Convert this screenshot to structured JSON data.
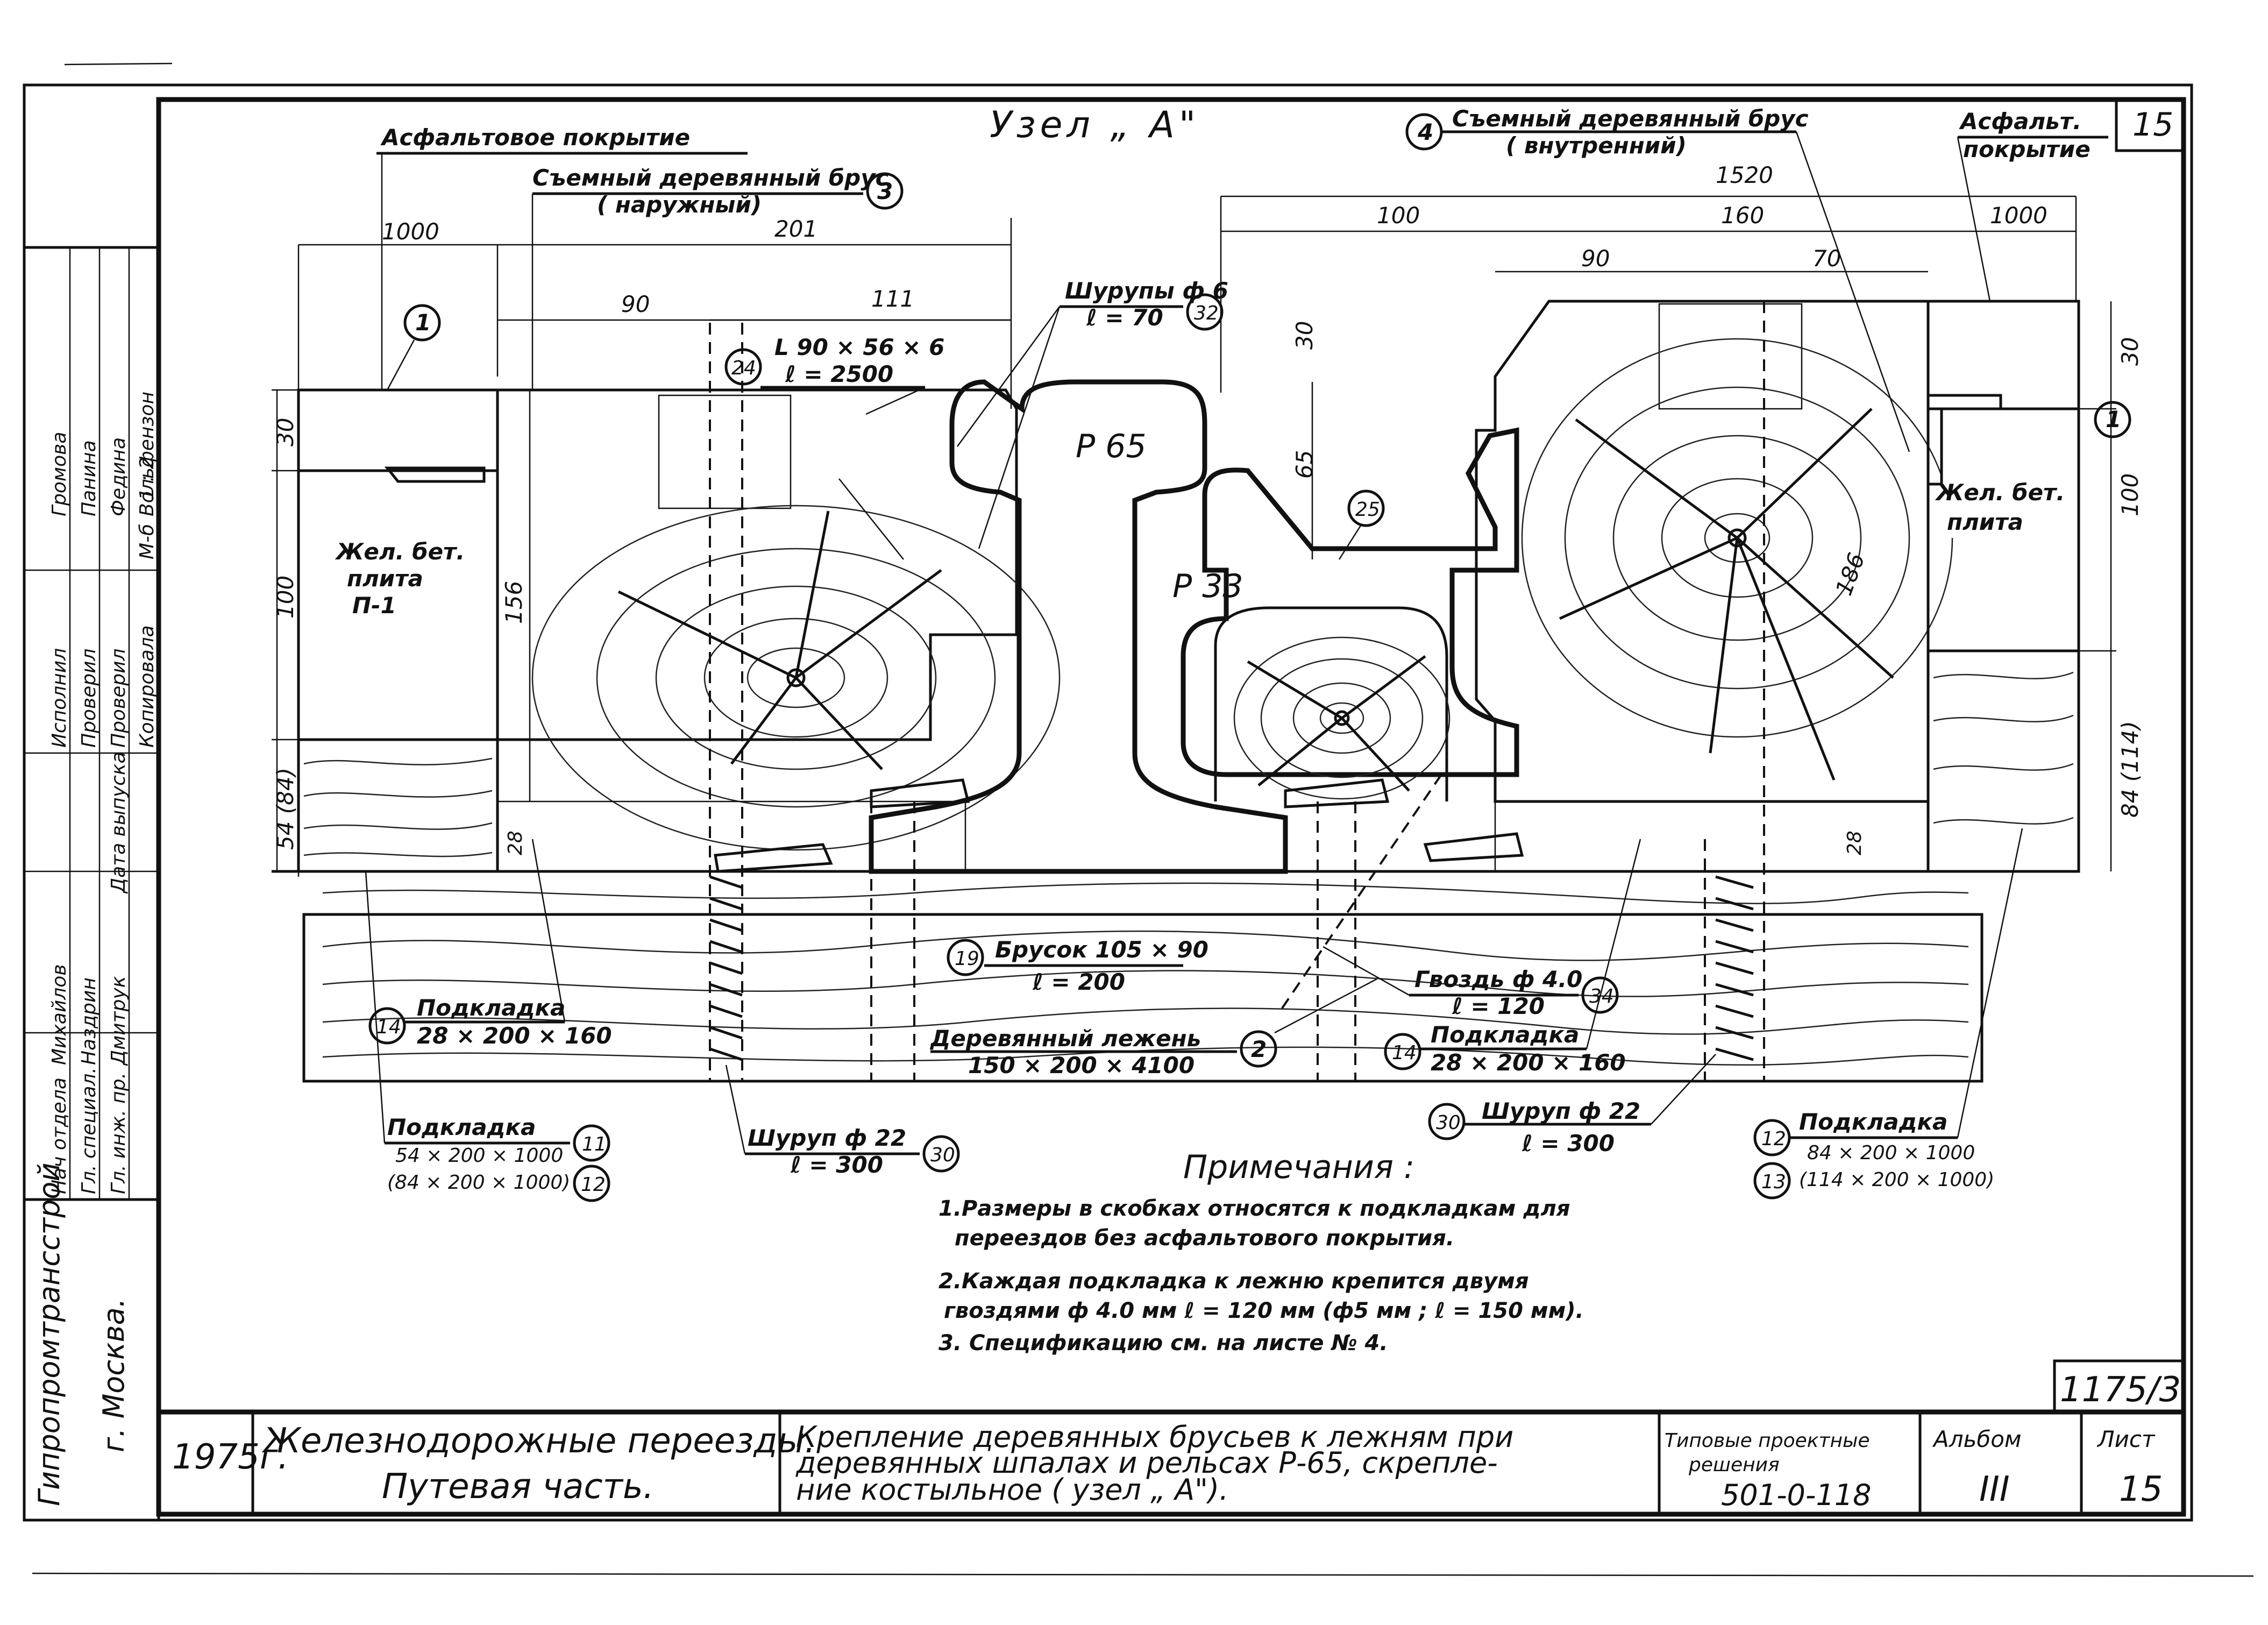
{
  "sheet": {
    "number": "15",
    "node_title": "Узел „ А\"",
    "drawing_code": "1175/3"
  },
  "labels": {
    "asphalt_left": "Асфальтовое покрытие",
    "bar_outer": "Съемный деревянный брус",
    "bar_outer_sub": "( наружный)",
    "bar_outer_ref": "3",
    "bar_inner": "Съемный деревянный брус",
    "bar_inner_sub": "( внутренний)",
    "bar_inner_ref": "4",
    "asphalt_right_1": "Асфальт.",
    "asphalt_right_2": "покрытие",
    "rail_p65": "Р 65",
    "rail_p33": "Р 33",
    "slab_left_1": "Жел. бет.",
    "slab_left_2": "плита",
    "slab_left_3": "П-1",
    "slab_right_1": "Жел. бет.",
    "slab_right_2": "плита",
    "angle_1": "L 90 × 56 × 6",
    "angle_2": "ℓ = 2500",
    "angle_ref": "24",
    "screw6_1": "Шурупы ф 6",
    "screw6_2": "ℓ = 70",
    "screw6_ref": "32",
    "ref_1_left": "1",
    "ref_1_right": "1",
    "ref_25": "25",
    "block_1": "Брусок 105 × 90",
    "block_2": "ℓ = 200",
    "block_ref": "19",
    "sleeper_1": "Деревянный лежень",
    "sleeper_2": "150 × 200 × 4100",
    "sleeper_ref": "2",
    "nail_1": "Гвоздь ф 4.0",
    "nail_2": "ℓ = 120",
    "nail_ref": "34",
    "pad_left_1": "Подкладка",
    "pad_left_2": "28 × 200 × 160",
    "pad_left_ref": "14",
    "pad_right_1": "Подкладка",
    "pad_right_2": "28 × 200 × 160",
    "pad_right_ref": "14",
    "pad11_1": "Подкладка",
    "pad11_2": "54 × 200 × 1000",
    "pad11_3": "(84 × 200 × 1000)",
    "pad11_ref": "11",
    "pad11_ref2": "12",
    "screw22_left_1": "Шуруп ф 22",
    "screw22_left_2": "ℓ = 300",
    "screw22_left_ref": "30",
    "screw22_right_1": "Шуруп ф 22",
    "screw22_right_2": "ℓ = 300",
    "screw22_right_ref": "30",
    "pad12_1": "Подкладка",
    "pad12_2": "84 × 200 × 1000",
    "pad12_3": "(114 × 200 × 1000)",
    "pad12_ref": "12",
    "pad12_ref2": "13"
  },
  "dimensions": {
    "d1000_left": "1000",
    "d201": "201",
    "d90_left": "90",
    "d111": "111",
    "d1520": "1520",
    "d100_top": "100",
    "d160": "160",
    "d1000_right": "1000",
    "d90_right": "90",
    "d70": "70",
    "d30_left": "30",
    "d100_left": "100",
    "d156": "156",
    "d54": "54 (84)",
    "d28_left": "28",
    "d30_mid": "30",
    "d65": "65",
    "d186": "186",
    "d28_right": "28",
    "d30_right": "30",
    "d100_right": "100",
    "d84": "84 (114)"
  },
  "notes": {
    "heading": "Примечания :",
    "n1a": "1.Размеры в скобках относятся к подкладкам для",
    "n1b": "переездов без асфальтового покрытия.",
    "n2a": "2.Каждая подкладка к лежню крепится двумя",
    "n2b": "гвоздями ф 4.0 мм ℓ = 120 мм (ф5 мм ; ℓ = 150 мм).",
    "n3": "3. Спецификацию см. на листе № 4."
  },
  "title_block": {
    "year": "1975г.",
    "subject_1": "Железнодорожные переезды.",
    "subject_2": "Путевая часть.",
    "desc_1": "Крепление деревянных брусьев к лежням при",
    "desc_2": "деревянных шпалах и рельсах Р-65, скрепле-",
    "desc_3": "ние костыльное ( узел „ А\").",
    "series_label_1": "Типовые проектные",
    "series_label_2": "решения",
    "series_value": "501-0-118",
    "album_label": "Альбом",
    "album_value": "III",
    "sheet_label": "Лист",
    "sheet_value": "15"
  },
  "side_block": {
    "org_1": "Гипропромтрансстрой",
    "org_2": "г. Москва.",
    "roles": [
      "Нач отдела",
      "Гл. специал.",
      "Гл. инж. пр.",
      "Дата выпуска"
    ],
    "names_1": [
      "Михайлов",
      "Наздрин",
      "Дмитрук"
    ],
    "roles_2": [
      "Исполнил",
      "Проверил",
      "Проверил",
      "Копировала"
    ],
    "names_2": [
      "Громова",
      "Панина",
      "Федина",
      "Вольфензон"
    ],
    "scale_label": "М-б",
    "scale_value": "1 : 2"
  }
}
